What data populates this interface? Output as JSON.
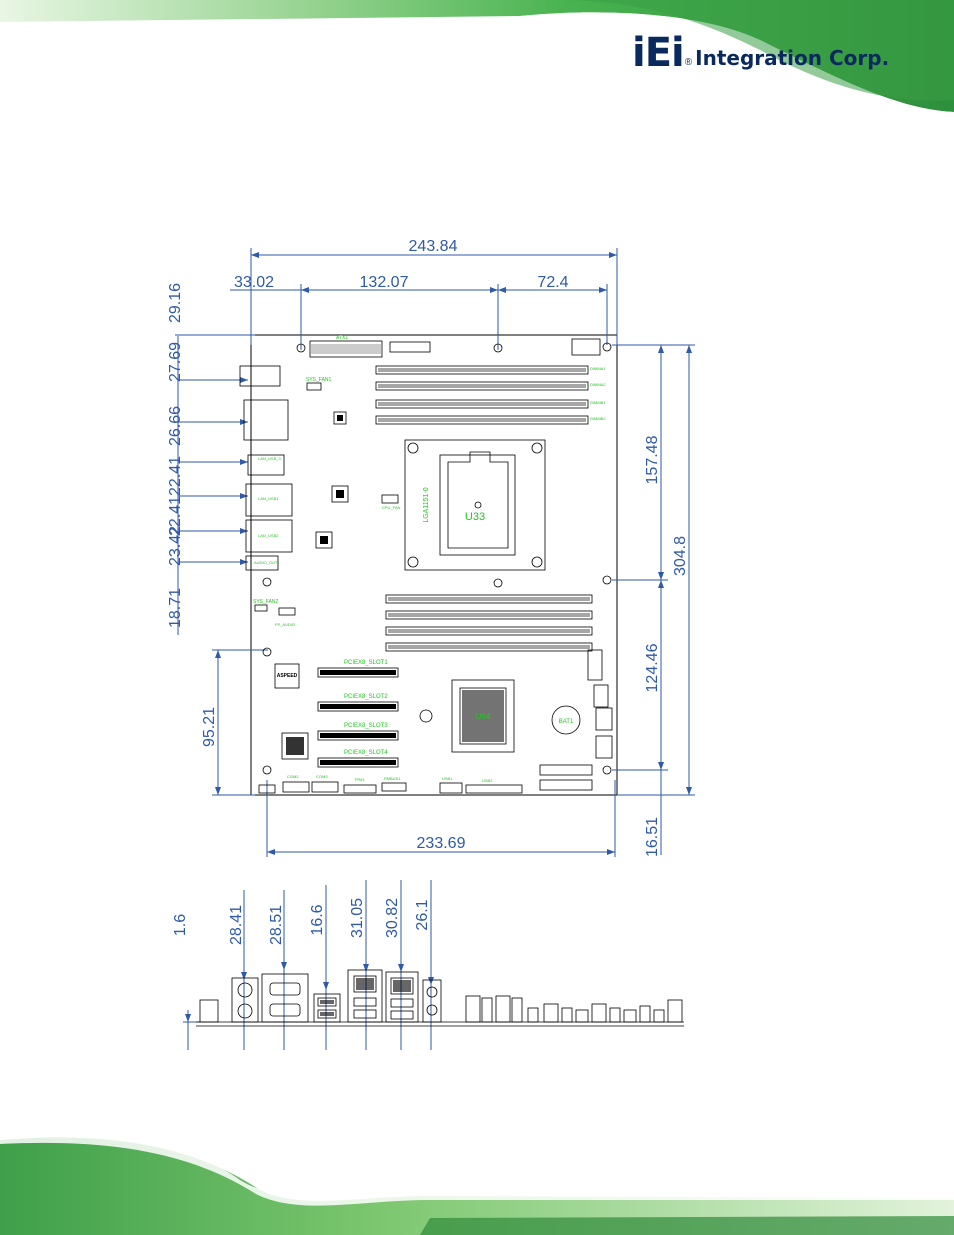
{
  "brand": {
    "mark_i": "i",
    "mark_e": "E",
    "mark_i2": "i",
    "reg": "®",
    "name": "Integration Corp."
  },
  "colors": {
    "brand_green": "#3fb04a",
    "dimension_blue": "#2f5aa8",
    "silkscreen_green": "#21c521",
    "logo_navy": "#0a2a5e"
  },
  "dimensions_top": {
    "overall_width": "243.84",
    "offset_left": "33.02",
    "span_middle": "132.07",
    "span_right": "72.4"
  },
  "dimensions_left": {
    "d1": "29.16",
    "d2": "27.69",
    "d3": "26.66",
    "d4": "22.41",
    "d5": "22.41",
    "d6": "23.42",
    "d7": "18.71",
    "d8": "95.21"
  },
  "dimensions_right": {
    "upper": "157.48",
    "overall_height": "304.8",
    "lower": "124.46",
    "bottom": "16.51"
  },
  "dimensions_bottom": {
    "width": "233.69"
  },
  "io_dimensions": {
    "h1": "1.6",
    "h2": "28.41",
    "h3": "28.51",
    "h4": "16.6",
    "h5": "31.05",
    "h6": "30.82",
    "h7": "26.1"
  },
  "board_labels": {
    "cpu_socket": "LGA1151-0",
    "cpu_ref": "U33",
    "chipset": "U64",
    "battery": "BAT1",
    "bmc": "ASPEED",
    "atx": "ATX1",
    "sys_fan1": "SYS_FAN1",
    "sys_fan2": "SYS_FAN2",
    "cpu_fan": "CPU_FAN",
    "fp_audio": "FP_AUDIO",
    "slot1": "PCIEX8_SLOT1",
    "slot2": "PCIEX8_SLOT2",
    "slot3": "PCIEX8_SLOT3",
    "slot4": "PCIEX8_SLOT4",
    "lan_usb1": "LAN_USB1",
    "lan_usb2": "LAN_USB2",
    "lan_usb3": "LAN_USB_3",
    "audio": "AUDIO_OUT",
    "dimm_a1": "DIMMA1",
    "dimm_a2": "DIMMA2",
    "dimm_b1": "DIMMB1",
    "dimm_b2": "DIMMB2",
    "com2": "COM2",
    "com3": "COM3",
    "tpm": "TPM1",
    "pmbus": "PMBUS1",
    "usb_a": "USB1",
    "usb_b": "USB2"
  }
}
